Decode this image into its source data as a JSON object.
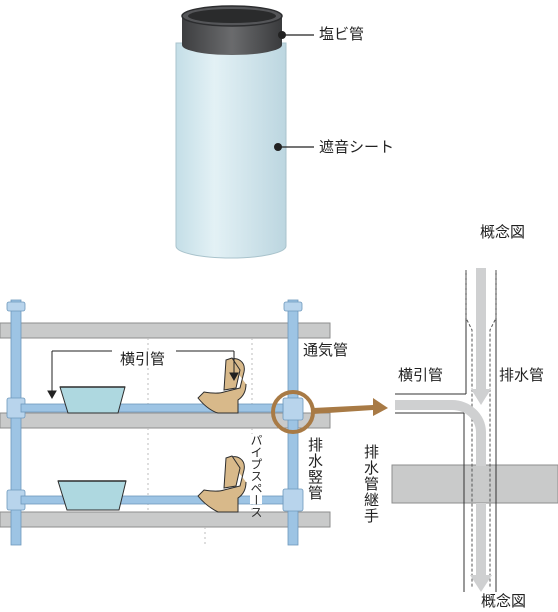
{
  "labels": {
    "pvc_pipe": "塩ビ管",
    "sound_sheet": "遮音シート",
    "concept_top": "概念図",
    "concept_bottom": "概念図",
    "horizontal_pipe_left": "横引管",
    "vent_pipe": "通気管",
    "horizontal_pipe_right": "横引管",
    "drain_pipe": "排水管",
    "pipe_space": "パイプスペース",
    "drain_stack": "排水竪管",
    "drain_joint": "排水管継手"
  },
  "colors": {
    "pipe_top": "#5f6062",
    "sheet": "#d4e8ef",
    "slab": "#c9caca",
    "pipe_blue": "#9dc4e4",
    "fitting_blue": "#b8d4ec",
    "flow_gray": "#cfd0d1",
    "highlight_ring": "#a87a45",
    "sink": "#aed8e0",
    "toilet": "#d8b98a"
  },
  "icons": {
    "sink": "sink-icon",
    "toilet": "toilet-icon",
    "flow_arrow": "arrow-down-icon",
    "callout": "callout-arrow-icon"
  }
}
